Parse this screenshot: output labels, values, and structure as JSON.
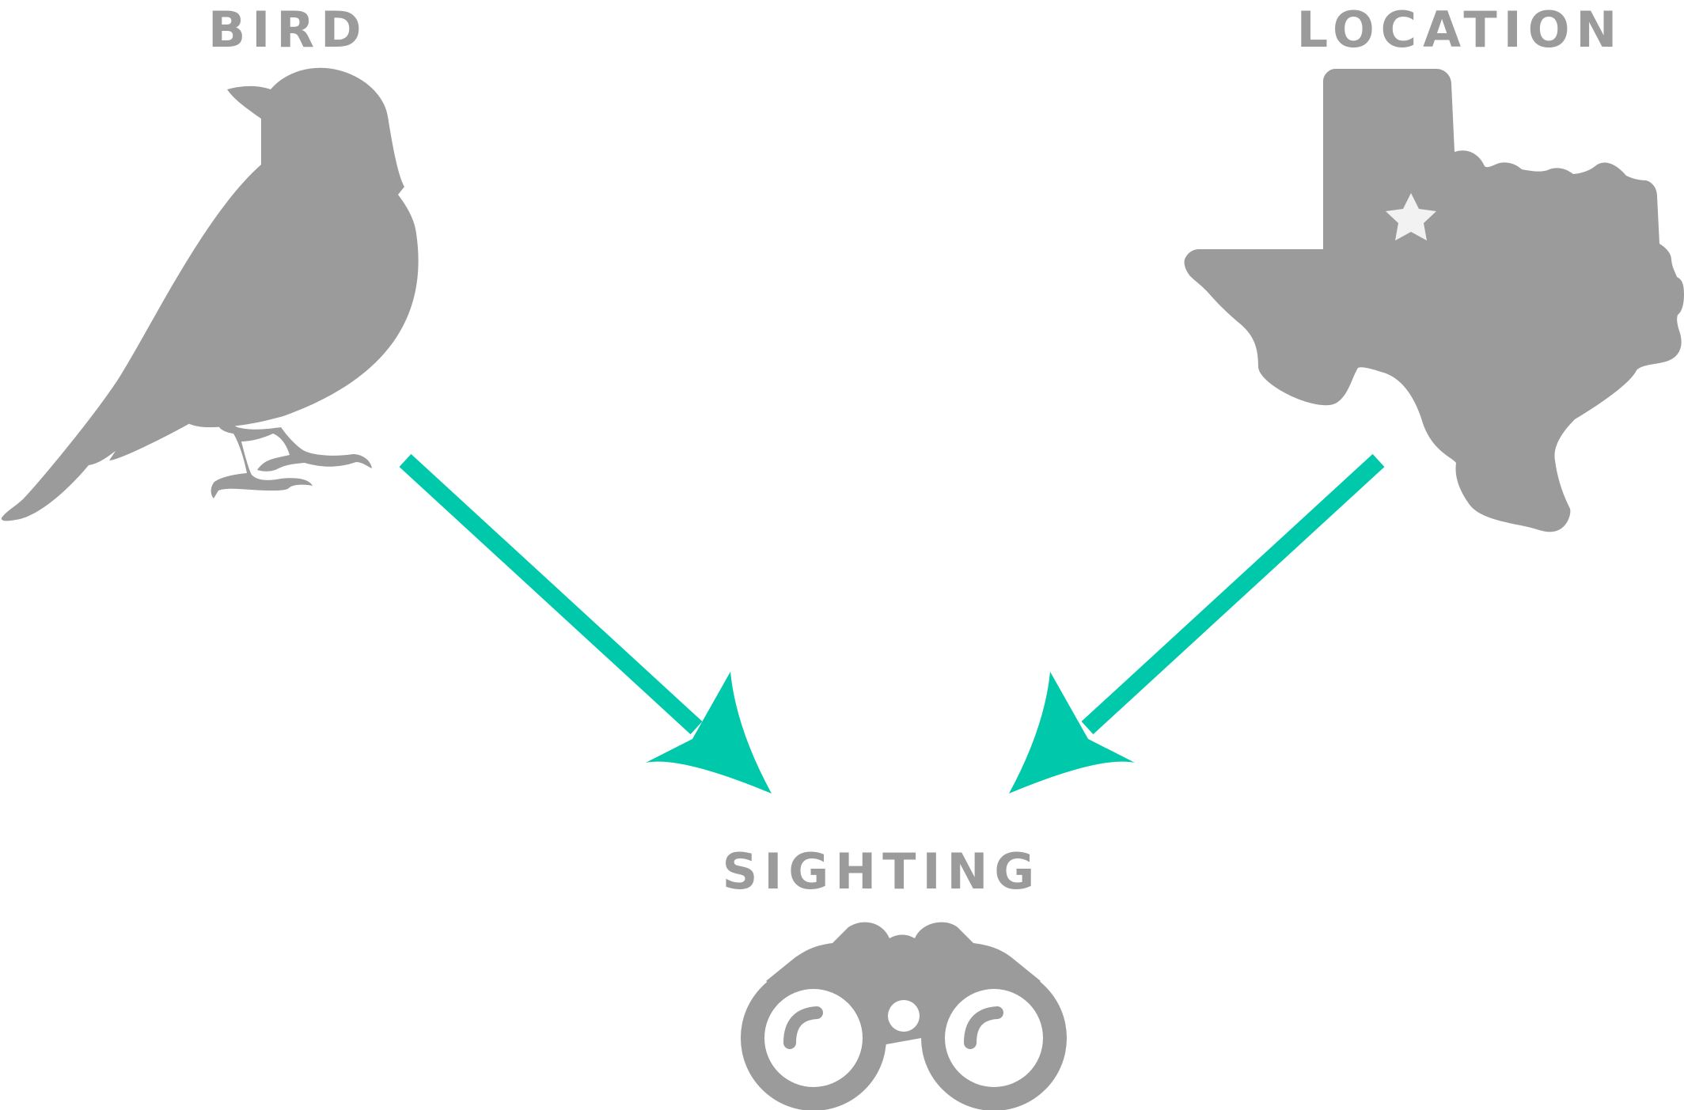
{
  "colors": {
    "icon": "#9b9b9b",
    "label": "#9b9b9b",
    "arrow": "#00c9ab",
    "background": "#ffffff",
    "star": "#f2f2f2"
  },
  "nodes": {
    "bird": {
      "label": "BIRD",
      "icon": "bird-silhouette-icon"
    },
    "location": {
      "label": "LOCATION",
      "icon": "texas-map-icon"
    },
    "sighting": {
      "label": "SIGHTING",
      "icon": "binoculars-icon"
    }
  },
  "edges": [
    {
      "from": "BIRD",
      "to": "SIGHTING"
    },
    {
      "from": "LOCATION",
      "to": "SIGHTING"
    }
  ]
}
